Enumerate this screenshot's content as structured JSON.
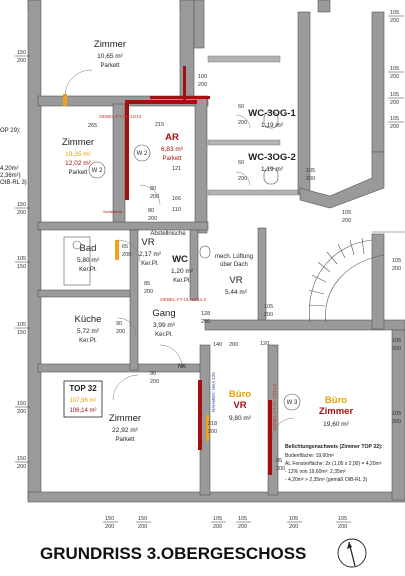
{
  "rooms": {
    "zimmer_top": {
      "name": "Zimmer",
      "area": "10,65 m²",
      "floor": "Parkett"
    },
    "zimmer_left": {
      "name": "Zimmer",
      "area1": "19,35 m²",
      "area2": "12,02 m²",
      "floor": "Parkett",
      "window": "W 2"
    },
    "ar": {
      "name": "AR",
      "area": "6,83 m²",
      "floor": "Parkett",
      "window": "W 2"
    },
    "wc1": {
      "name": "WC-3OG-1",
      "area": "1,19 m²"
    },
    "wc2": {
      "name": "WC-3OG-2",
      "area": "1,19 m²"
    },
    "bad": {
      "name": "Bad",
      "area": "5,80 m²",
      "floor": "Ker.Pl."
    },
    "vr_small": {
      "name": "VR",
      "area": "2,17 m²",
      "floor": "Ker.Pl."
    },
    "wc": {
      "name": "WC",
      "area": "1,20 m²",
      "floor": "Ker.Pl."
    },
    "vr_large": {
      "name": "VR",
      "area": "5,44 m²"
    },
    "kueche": {
      "name": "Küche",
      "area": "5,72 m²",
      "floor": "Ker.Pl."
    },
    "gang": {
      "name": "Gang",
      "area": "3,99 m²",
      "floor": "Ker.Pl."
    },
    "zimmer_bottom": {
      "name": "Zimmer",
      "area": "22,92 m²",
      "floor": "Parkett"
    },
    "buero_vr": {
      "name1": "Büro",
      "name2": "VR",
      "area": "9,80 m²"
    },
    "buero_zimmer": {
      "name1": "Büro",
      "name2": "Zimmer",
      "area": "19,60 m²",
      "window": "W 3"
    }
  },
  "top32": {
    "label": "TOP 32",
    "area1": "107,96 m²",
    "area2": "106,14 m²"
  },
  "notes": {
    "abstellnische": "Abstellnische",
    "lueftung1": "mech. Lüftung",
    "lueftung2": "über Dach",
    "nk": "NK",
    "schieber": "Schiebetür",
    "rahmen": "RAHMEN: HEA 120"
  },
  "fire_labels": {
    "f1": "ZIEBEL-FT-ÜL-12/14",
    "f2": "ZIEBEL-FT-ÜL-12/14.2",
    "f3": "ZIEBEL-FT-ÜL-12/14.2"
  },
  "left_edge": {
    "top_fragment": "OP 29):",
    "area_fragment": "4,20m²",
    "formula_fragment": "2,36m²)",
    "ref_fragment": "OIB-RL 3)"
  },
  "belichtung": {
    "title": "Belichtungsnachweis (Zimmer TOP 32):",
    "line1": "Bodenfläche: 19,60m²",
    "line2": "AL Fensterfläche: 2x (1,05 x 2,00) = 4,20m²",
    "line3": "- 12% von 19,60m²: 2,35m²",
    "line4": "- 4,20m² > 2,35m² (gemäß OIB-RL 3)"
  },
  "dims": {
    "d105": "105",
    "d200": "200",
    "d150": "150",
    "d265": "265",
    "d215": "215",
    "d121": "121",
    "d166": "166",
    "d110": "110",
    "d80": "80",
    "d90": "90",
    "d85": "85",
    "d100": "100",
    "d120": "120",
    "d140": "140",
    "d128": "128",
    "d250": "250",
    "d218": "218",
    "d65": "65",
    "d60": "60"
  },
  "title": "GRUNDRISS 3.OBERGESCHOSS",
  "north_label": "N",
  "colors": {
    "wall": "#9a9a9a",
    "red": "#a50f0f",
    "orange": "#e8a000",
    "blue_text": "#2a4fa0",
    "door_orange": "#f3a11b"
  }
}
